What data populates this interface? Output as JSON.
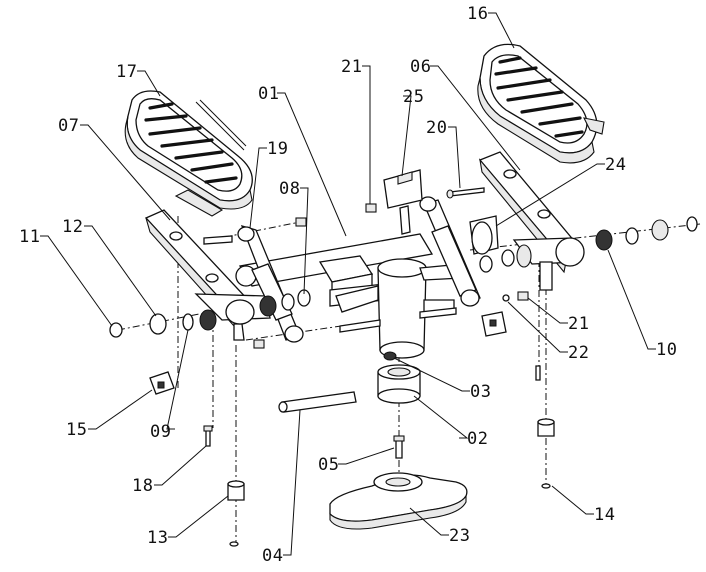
{
  "parts": [
    {
      "id": "p01",
      "label": "01"
    },
    {
      "id": "p02",
      "label": "02"
    },
    {
      "id": "p03",
      "label": "03"
    },
    {
      "id": "p04",
      "label": "04"
    },
    {
      "id": "p05",
      "label": "05"
    },
    {
      "id": "p06",
      "label": "06"
    },
    {
      "id": "p07",
      "label": "07"
    },
    {
      "id": "p08",
      "label": "08"
    },
    {
      "id": "p09",
      "label": "09"
    },
    {
      "id": "p10",
      "label": "10"
    },
    {
      "id": "p11",
      "label": "11"
    },
    {
      "id": "p12",
      "label": "12"
    },
    {
      "id": "p13",
      "label": "13"
    },
    {
      "id": "p14",
      "label": "14"
    },
    {
      "id": "p15",
      "label": "15"
    },
    {
      "id": "p16",
      "label": "16"
    },
    {
      "id": "p17",
      "label": "17"
    },
    {
      "id": "p18",
      "label": "18"
    },
    {
      "id": "p19",
      "label": "19"
    },
    {
      "id": "p20",
      "label": "20"
    },
    {
      "id": "p21a",
      "label": "21"
    },
    {
      "id": "p21b",
      "label": "21"
    },
    {
      "id": "p22",
      "label": "22"
    },
    {
      "id": "p23",
      "label": "23"
    },
    {
      "id": "p24",
      "label": "24"
    },
    {
      "id": "p25",
      "label": "25"
    }
  ]
}
